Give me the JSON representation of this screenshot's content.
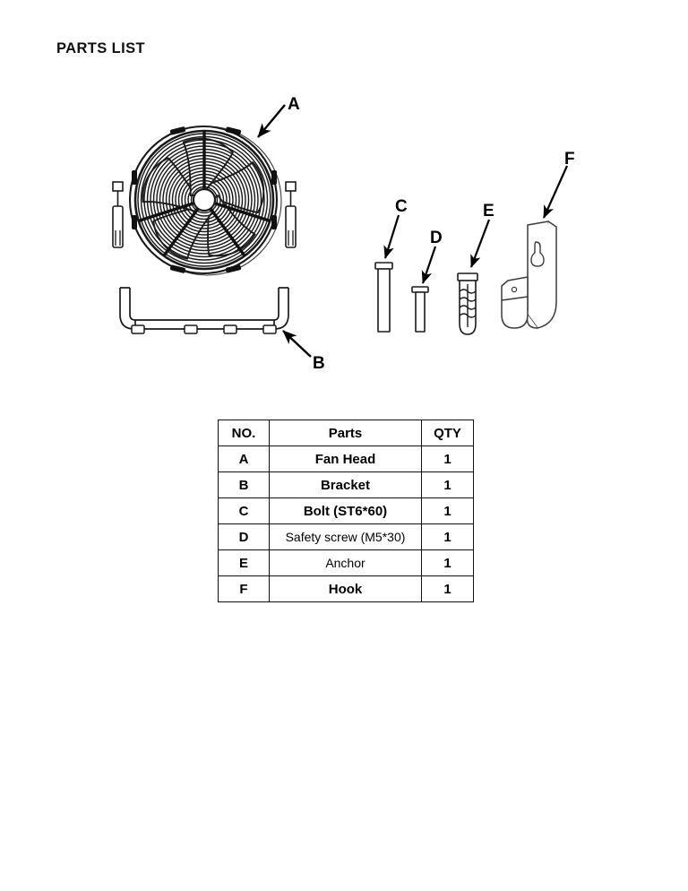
{
  "page": {
    "heading": "PARTS LIST",
    "background_color": "#ffffff",
    "ink_color": "#000000"
  },
  "diagram": {
    "title": "Exploded parts illustration of a floor/wall mount fan",
    "callouts": [
      {
        "letter": "A",
        "refers_to": "Fan Head"
      },
      {
        "letter": "B",
        "refers_to": "Bracket"
      },
      {
        "letter": "C",
        "refers_to": "Bolt (ST6*60)"
      },
      {
        "letter": "D",
        "refers_to": "Safety screw (M5*30)"
      },
      {
        "letter": "E",
        "refers_to": "Anchor"
      },
      {
        "letter": "F",
        "refers_to": "Hook"
      }
    ],
    "parts_drawn": [
      "fan-head-grille",
      "u-shaped-bracket",
      "long-bolt",
      "short-safety-screw",
      "wall-anchor",
      "wall-hook"
    ]
  },
  "table": {
    "columns": [
      "NO.",
      "Parts",
      "QTY"
    ],
    "rows": [
      {
        "no": "A",
        "parts": "Fan Head",
        "qty": "1",
        "style": "bold"
      },
      {
        "no": "B",
        "parts": "Bracket",
        "qty": "1",
        "style": "bold"
      },
      {
        "no": "C",
        "parts": "Bolt (ST6*60)",
        "qty": "1",
        "style": "bold"
      },
      {
        "no": "D",
        "parts": "Safety screw (M5*30)",
        "qty": "1",
        "style": "regular"
      },
      {
        "no": "E",
        "parts": "Anchor",
        "qty": "1",
        "style": "regular"
      },
      {
        "no": "F",
        "parts": "Hook",
        "qty": "1",
        "style": "bold"
      }
    ]
  }
}
